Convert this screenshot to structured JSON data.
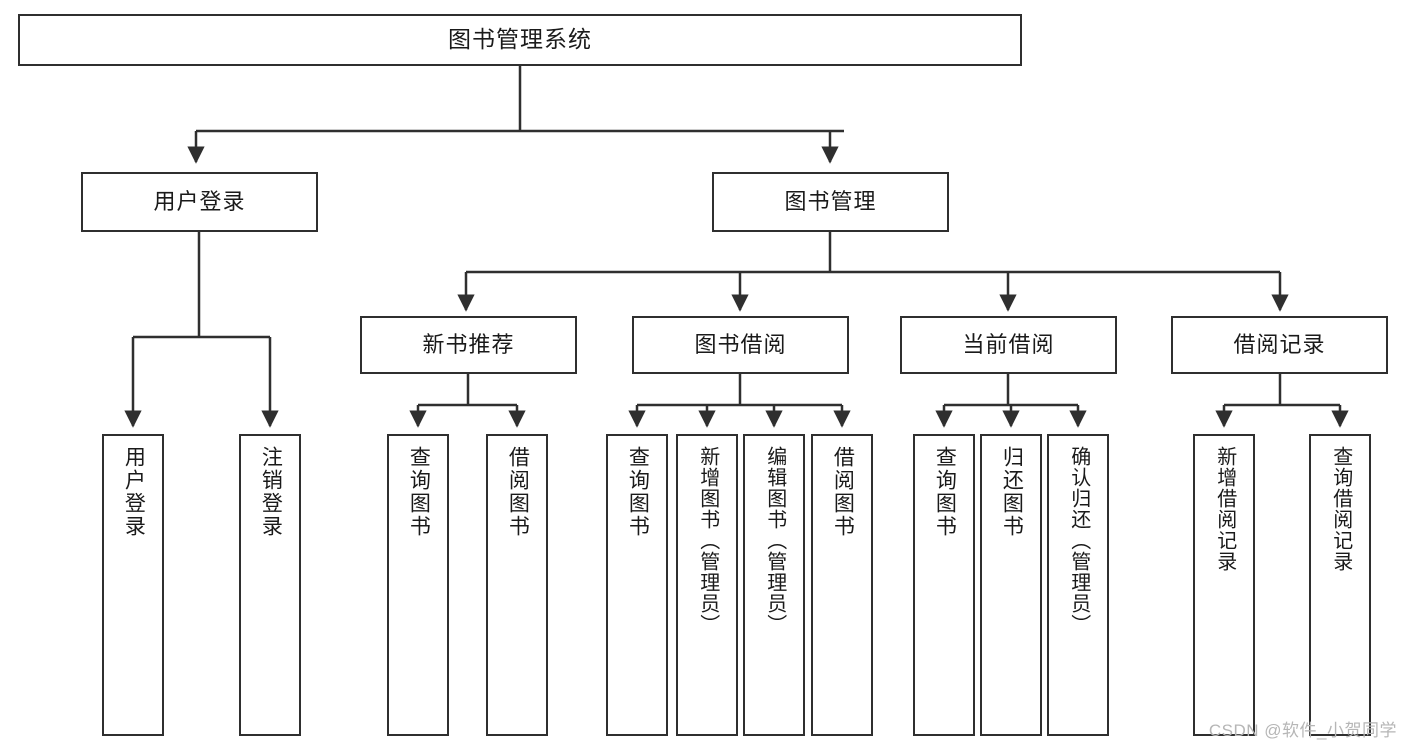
{
  "diagram": {
    "title": "图书管理系统",
    "type": "tree-hierarchy-diagram",
    "colors": {
      "box_border": "#2f2f2f",
      "box_fill": "#ffffff",
      "edge": "#2f2f2f",
      "text": "#1a1a1a",
      "watermark": "#b6b6b6",
      "background": "#ffffff"
    },
    "root": {
      "label": "图书管理系统"
    },
    "level2": [
      {
        "label": "用户登录"
      },
      {
        "label": "图书管理"
      }
    ],
    "level3": [
      {
        "label": "新书推荐"
      },
      {
        "label": "图书借阅"
      },
      {
        "label": "当前借阅"
      },
      {
        "label": "借阅记录"
      }
    ],
    "leaves": {
      "user_login": [
        {
          "label": "用户登录"
        },
        {
          "label": "注销登录"
        }
      ],
      "new_book_recommend": [
        {
          "label": "查询图书"
        },
        {
          "label": "借阅图书"
        }
      ],
      "book_borrow": [
        {
          "label": "查询图书"
        },
        {
          "label": "新增图书（管理员）"
        },
        {
          "label": "编辑图书（管理员）"
        },
        {
          "label": "借阅图书"
        }
      ],
      "current_borrow": [
        {
          "label": "查询图书"
        },
        {
          "label": "归还图书"
        },
        {
          "label": "确认归还（管理员）"
        }
      ],
      "borrow_record": [
        {
          "label": "新增借阅记录"
        },
        {
          "label": "查询借阅记录"
        }
      ]
    }
  },
  "watermark": {
    "text": "CSDN @软件_小贺同学"
  }
}
